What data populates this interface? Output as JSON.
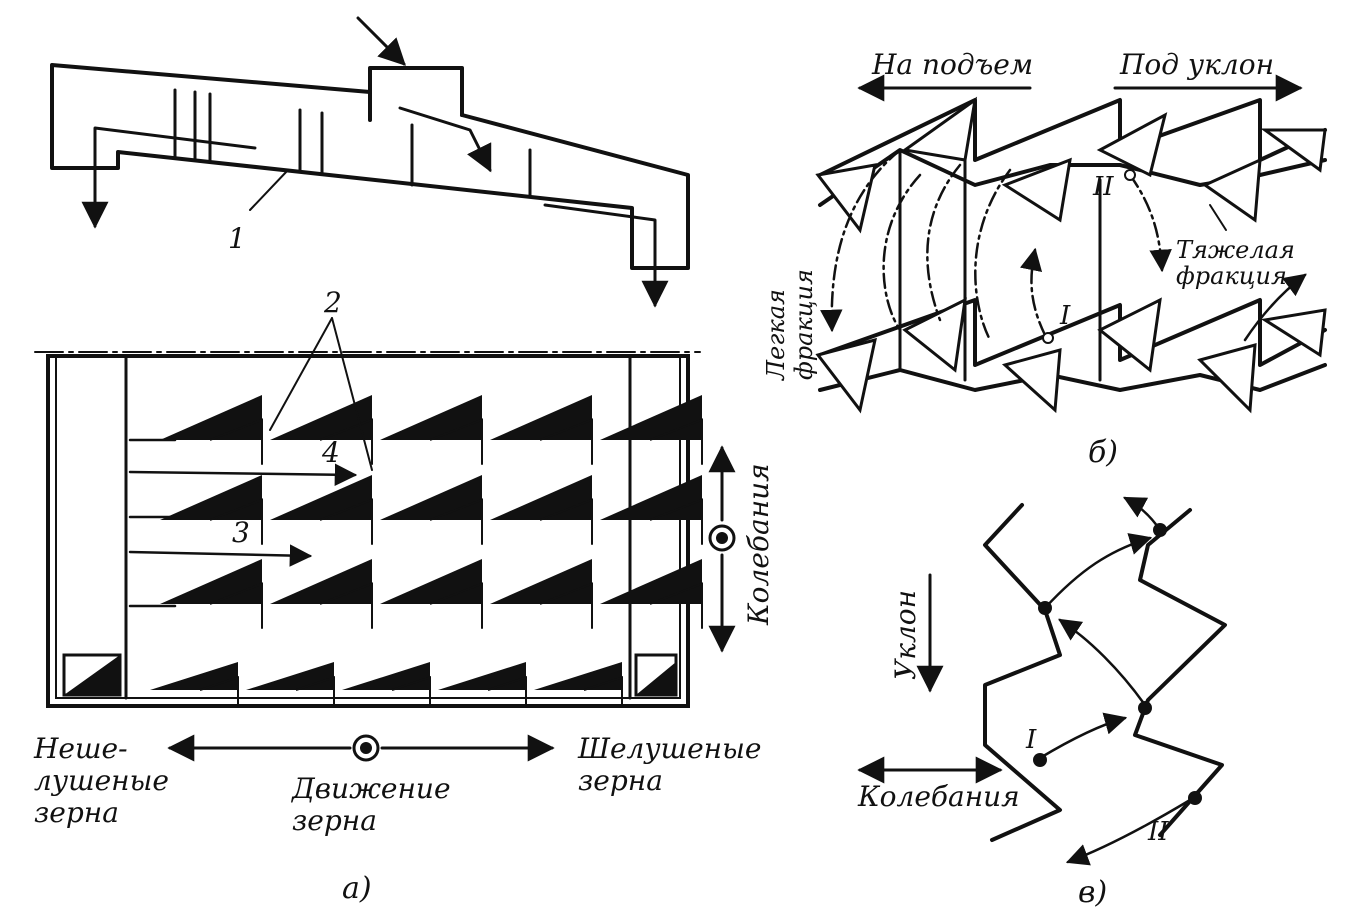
{
  "panel_a": {
    "callouts": {
      "one": "1",
      "two": "2",
      "three": "3",
      "four": "4"
    },
    "oscillation": "Колебания",
    "unhulled": "Неше-\nлушеные\nзерна",
    "hulled": "Шелушеные\nзерна",
    "grain_motion": "Движение\nзерна",
    "caption": "а)"
  },
  "panel_b": {
    "uphill": "На подъем",
    "downhill": "Под уклон",
    "light_fraction": "Легкая\nфракция",
    "heavy_fraction": "Тяжелая\nфракция",
    "point_one": "I",
    "point_two": "II",
    "caption": "б)"
  },
  "panel_c": {
    "slope": "Уклон",
    "oscillation": "Колебания",
    "point_one": "I",
    "point_two": "II",
    "caption": "в)"
  }
}
